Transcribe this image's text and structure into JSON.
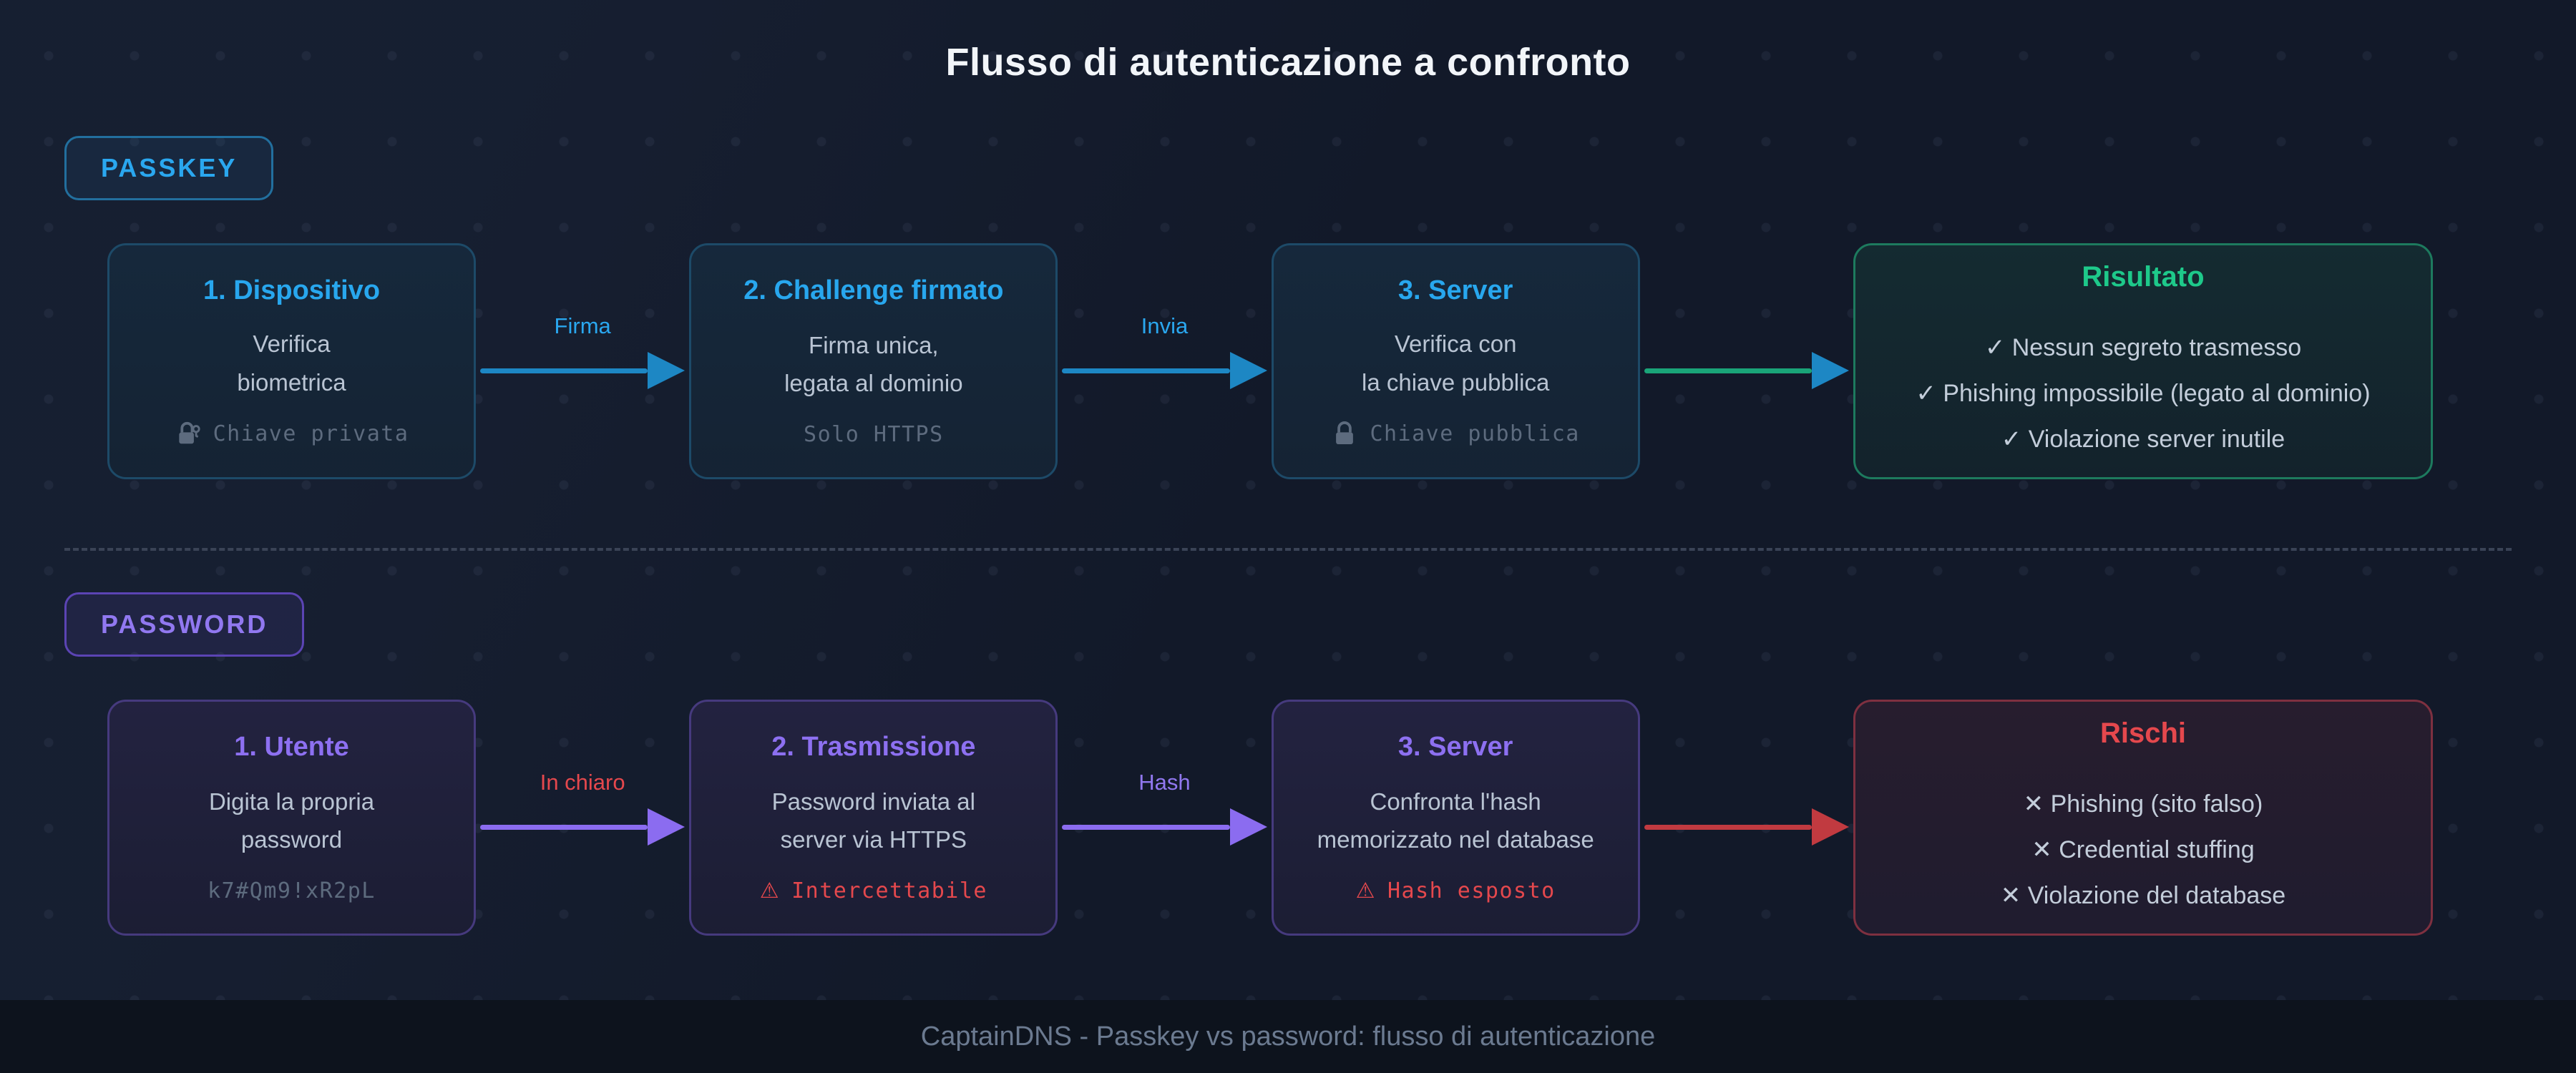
{
  "title": "Flusso di autenticazione a confronto",
  "footer": "CaptainDNS - Passkey vs password: flusso di autenticazione",
  "glyphs": {
    "warning": "⚠"
  },
  "colors": {
    "passkey_accent": "#28a7ee",
    "password_accent": "#8d70f1",
    "success_green": "#1ec98a",
    "danger_red": "#e5484d",
    "arrow_blue": "#1d87c4",
    "arrow_green": "#1aa478",
    "arrow_purple": "#8b6cf0",
    "arrow_red": "#c13a40"
  },
  "passkey": {
    "badge": "PASSKEY",
    "steps": [
      {
        "heading": "1. Dispositivo",
        "body": "Verifica\nbiometrica",
        "note": "Chiave privata",
        "icon": "lock-key"
      },
      {
        "heading": "2. Challenge firmato",
        "body": "Firma unica,\nlegata al dominio",
        "note": "Solo HTTPS"
      },
      {
        "heading": "3. Server",
        "body": "Verifica con\nla chiave pubblica",
        "note": "Chiave pubblica",
        "icon": "lock"
      }
    ],
    "arrow_labels": [
      "Firma",
      "Invia"
    ],
    "result": {
      "heading": "Risultato",
      "items": [
        "✓ Nessun segreto trasmesso",
        "✓ Phishing impossibile (legato al dominio)",
        "✓ Violazione server inutile"
      ]
    }
  },
  "password": {
    "badge": "PASSWORD",
    "steps": [
      {
        "heading": "1. Utente",
        "body": "Digita la propria\npassword",
        "note": "k7#Qm9!xR2pL"
      },
      {
        "heading": "2. Trasmissione",
        "body": "Password inviata al\nserver via HTTPS",
        "note": "Intercettabile",
        "warn": true
      },
      {
        "heading": "3. Server",
        "body": "Confronta l'hash\nmemorizzato nel database",
        "note": "Hash esposto",
        "warn": true
      }
    ],
    "arrow_labels": [
      "In chiaro",
      "Hash"
    ],
    "risks": {
      "heading": "Rischi",
      "items": [
        "✕ Phishing (sito falso)",
        "✕ Credential stuffing",
        "✕ Violazione del database"
      ]
    }
  }
}
